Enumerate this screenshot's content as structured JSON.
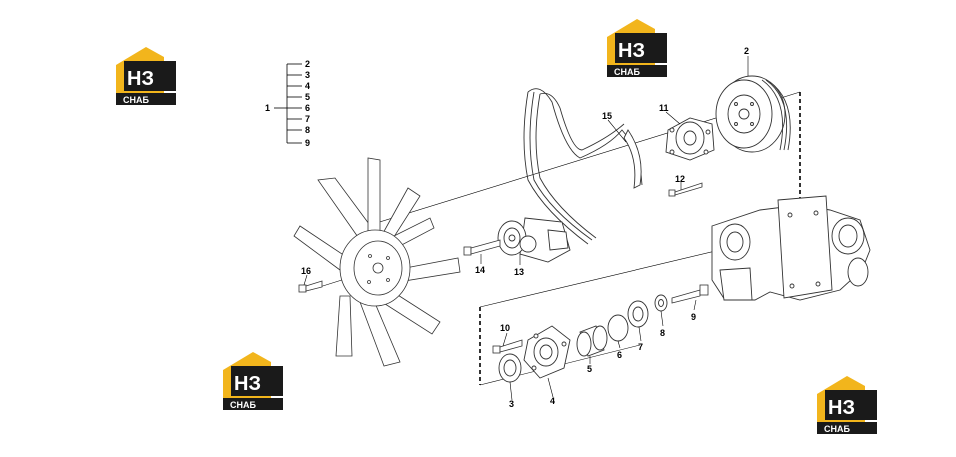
{
  "logo": {
    "big": "НЗ",
    "small": "СНАБ",
    "yellow": "#f2b51c",
    "dark": "#1a1a1a"
  },
  "bracket": {
    "main": "1",
    "items": [
      "2",
      "3",
      "4",
      "5",
      "6",
      "7",
      "8",
      "9"
    ]
  },
  "callouts": {
    "p2": "2",
    "p3": "3",
    "p4": "4",
    "p5": "5",
    "p6": "6",
    "p7": "7",
    "p8": "8",
    "p9": "9",
    "p10": "10",
    "p11": "11",
    "p12": "12",
    "p13": "13",
    "p14": "14",
    "p15": "15",
    "p16": "16"
  }
}
